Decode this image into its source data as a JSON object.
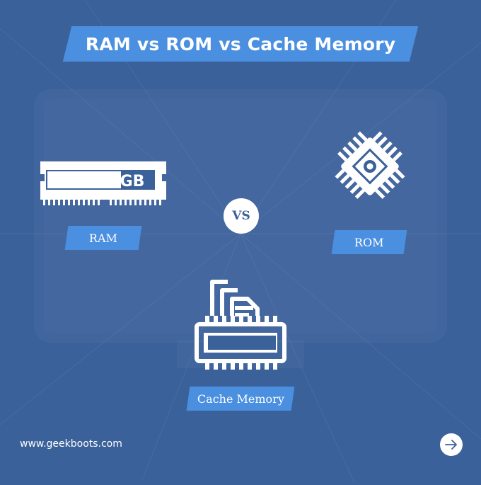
{
  "title": "RAM vs ROM vs Cache Memory",
  "vs_label": "VS",
  "items": {
    "ram": {
      "label": "RAM",
      "chip_text": "GB",
      "icon": "ram-module-icon"
    },
    "rom": {
      "label": "ROM",
      "icon": "rom-chip-icon"
    },
    "cache": {
      "label": "Cache Memory",
      "icon": "cache-memory-icon"
    }
  },
  "footer": {
    "website": "www.geekboots.com",
    "next_icon": "arrow-right-icon"
  },
  "colors": {
    "background": "#3b619a",
    "accent": "#4a8fe0",
    "foreground": "#ffffff"
  }
}
